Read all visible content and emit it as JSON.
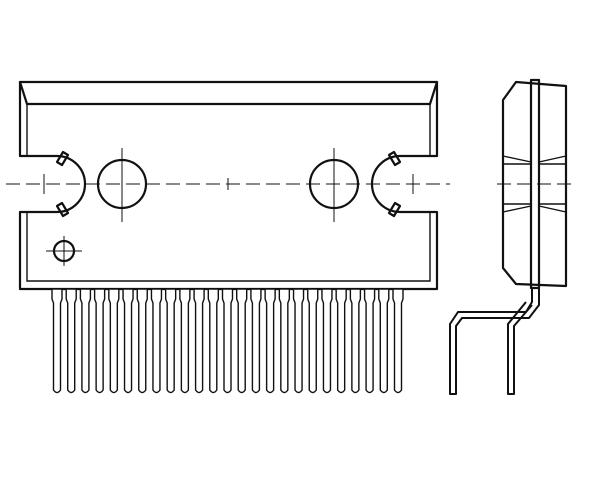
{
  "drawing": {
    "front_view": {
      "mounting_holes": 2,
      "side_notches": 2,
      "pin_count": 25
    },
    "side_view": {
      "lead_rows": 2
    },
    "colors": {
      "line": "#111111",
      "background": "#ffffff"
    }
  }
}
